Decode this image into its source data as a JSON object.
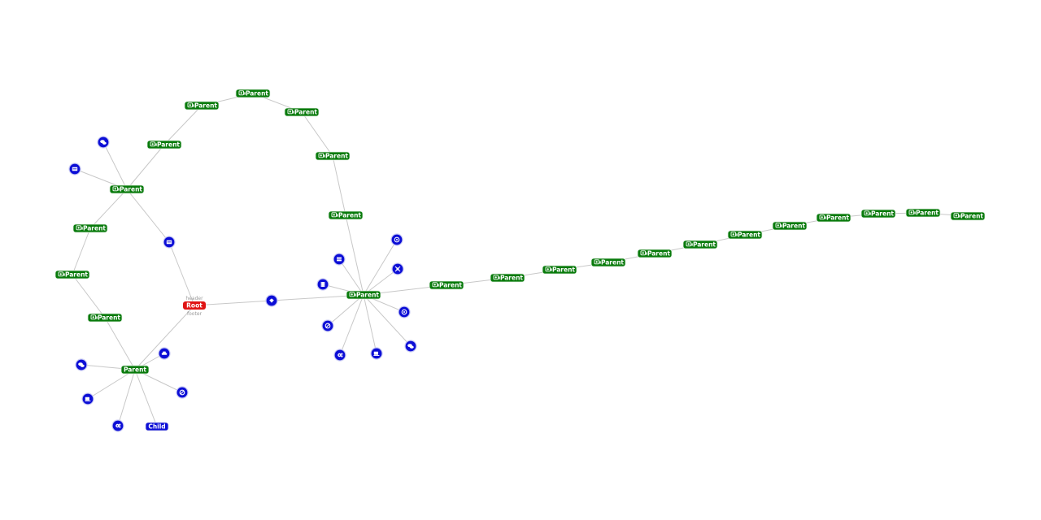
{
  "colors": {
    "parent": "#087a0b",
    "child": "#0c0ed6",
    "root": "#e01414",
    "edge": "#c8c8c8"
  },
  "root": {
    "label": "Root",
    "header": "header",
    "footer": "footer"
  },
  "labels": {
    "parent": "Parent",
    "child": "Child"
  },
  "icons": {
    "parent": "mixed-icon",
    "children": [
      "chat-icon",
      "id-card-icon",
      "card-icon",
      "coffee-icon",
      "glasses-icon",
      "cog-icon",
      "coffee-icon",
      "car-icon",
      "chat-icon",
      "server-icon",
      "database-icon",
      "shield-icon",
      "cog-icon",
      "chat-icon",
      "target-icon",
      "coffee-icon",
      "cog-icon",
      "gamepad-icon",
      "gear-cross-icon",
      "glasses-icon",
      "cog-icon",
      "car-icon",
      "chat-icon",
      "cog-icon"
    ]
  }
}
